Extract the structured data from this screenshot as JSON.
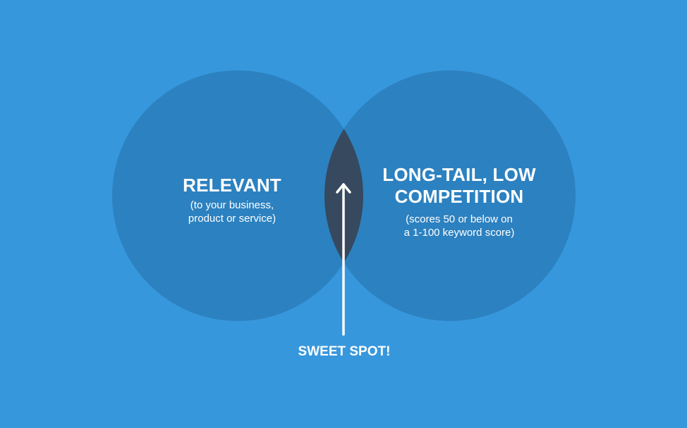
{
  "colors": {
    "background": "#3797dc",
    "circle": "#2c81c0",
    "overlap": "#36495e",
    "text": "#ffffff"
  },
  "venn": {
    "left": {
      "title": "RELEVANT",
      "subtitle_lines": [
        "(to your business,",
        "product or service)"
      ]
    },
    "right": {
      "title_lines": [
        "LONG-TAIL, LOW",
        "COMPETITION"
      ],
      "subtitle_lines": [
        "(scores 50 or below on",
        "a 1-100 keyword score)"
      ]
    },
    "pointer": {
      "icon": "up-arrow-icon",
      "label": "SWEET SPOT!"
    }
  }
}
